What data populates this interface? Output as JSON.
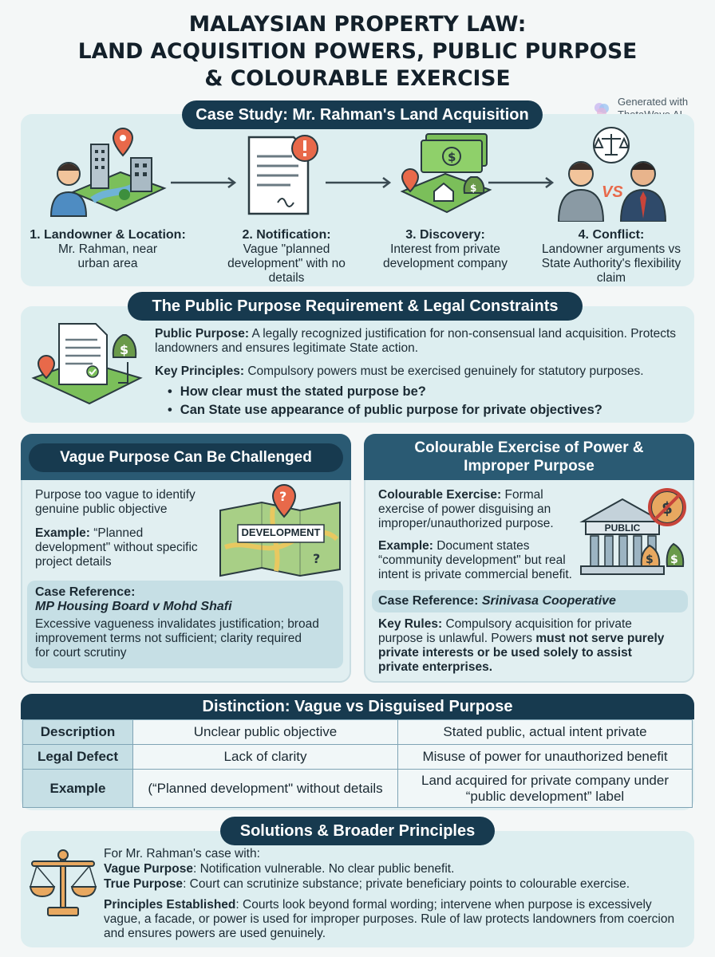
{
  "title": {
    "line1": "MALAYSIAN PROPERTY LAW:",
    "line2": "LAND ACQUISITION POWERS, PUBLIC PURPOSE",
    "line3": "& COLOURABLE EXERCISE"
  },
  "watermark": {
    "line1": "Generated with",
    "line2": "ThetaWave AI"
  },
  "case_study": {
    "heading": "Case Study: Mr. Rahman's Land Acquisition",
    "steps": [
      {
        "title": "1. Landowner & Location:",
        "desc": "Mr. Rahman, near urban area"
      },
      {
        "title": "2. Notification:",
        "desc": "Vague \"planned development\" with no details"
      },
      {
        "title": "3. Discovery:",
        "desc": "Interest from private development company"
      },
      {
        "title": "4. Conflict:",
        "desc": "Landowner arguments vs State Authority's flexibility claim"
      }
    ],
    "vs_label": "VS"
  },
  "public_purpose": {
    "heading": "The Public Purpose Requirement & Legal Constraints",
    "pp_label": "Public Purpose:",
    "pp_text": "A legally recognized justification for non-consensual land acquisition. Protects landowners and ensures legitimate State action.",
    "kp_label": "Key Principles:",
    "kp_text": "Compulsory powers must be exercised genuinely for statutory purposes.",
    "bullets": [
      "How clear must the stated purpose be?",
      "Can State use appearance of public purpose for private objectives?"
    ]
  },
  "vague": {
    "heading": "Vague Purpose Can Be Challenged",
    "intro": "Purpose too vague to identify genuine public objective",
    "example_label": "Example:",
    "example_text": "“Planned development\" without specific project details",
    "map_label": "DEVELOPMENT",
    "ref_label": "Case Reference:",
    "ref_case": "MP Housing Board v Mohd Shafi",
    "ref_text": "Excessive vagueness invalidates justification; broad improvement terms not sufficient; clarity required for court scrutiny"
  },
  "colourable": {
    "heading_line1": "Colourable Exercise of Power &",
    "heading_line2": "Improper Purpose",
    "ce_label": "Colourable Exercise:",
    "ce_text": "Formal exercise of power disguising an improper/unauthorized purpose.",
    "ex_label": "Example:",
    "ex_text": "Document states “community development\" but real intent is private commercial benefit.",
    "building_label": "PUBLIC",
    "ref_label": "Case Reference:",
    "ref_case": "Srinivasa Cooperative",
    "kr_label": "Key Rules:",
    "kr_text": "Compulsory acquisition for private purpose is unlawful. Powers",
    "kr_bold": "must not serve purely private interests or be used solely to assist private enterprises."
  },
  "distinction": {
    "heading": "Distinction: Vague vs Disguised Purpose",
    "rows": [
      {
        "label": "Description",
        "vague": "Unclear public objective",
        "disguised": "Stated public, actual intent private"
      },
      {
        "label": "Legal Defect",
        "vague": "Lack of clarity",
        "disguised": "Misuse of power for unauthorized benefit"
      },
      {
        "label": "Example",
        "vague": "(“Planned development\" without details",
        "disguised": "Land acquired for private company under “public development” label"
      }
    ]
  },
  "solutions": {
    "heading": "Solutions & Broader Principles",
    "intro": "For Mr. Rahman's case with:",
    "vp_label": "Vague Purpose",
    "vp_text": ": Notification vulnerable. No clear public benefit.",
    "tp_label": "True Purpose",
    "tp_text": ": Court can scrutinize substance; private beneficiary points to colourable exercise.",
    "pe_label": "Principles Established",
    "pe_text": ": Courts look beyond formal wording; intervene when purpose is excessively vague, a facade, or power is used for improper purposes. Rule of law protects landowners from coercion and ensures powers are used genuinely."
  }
}
